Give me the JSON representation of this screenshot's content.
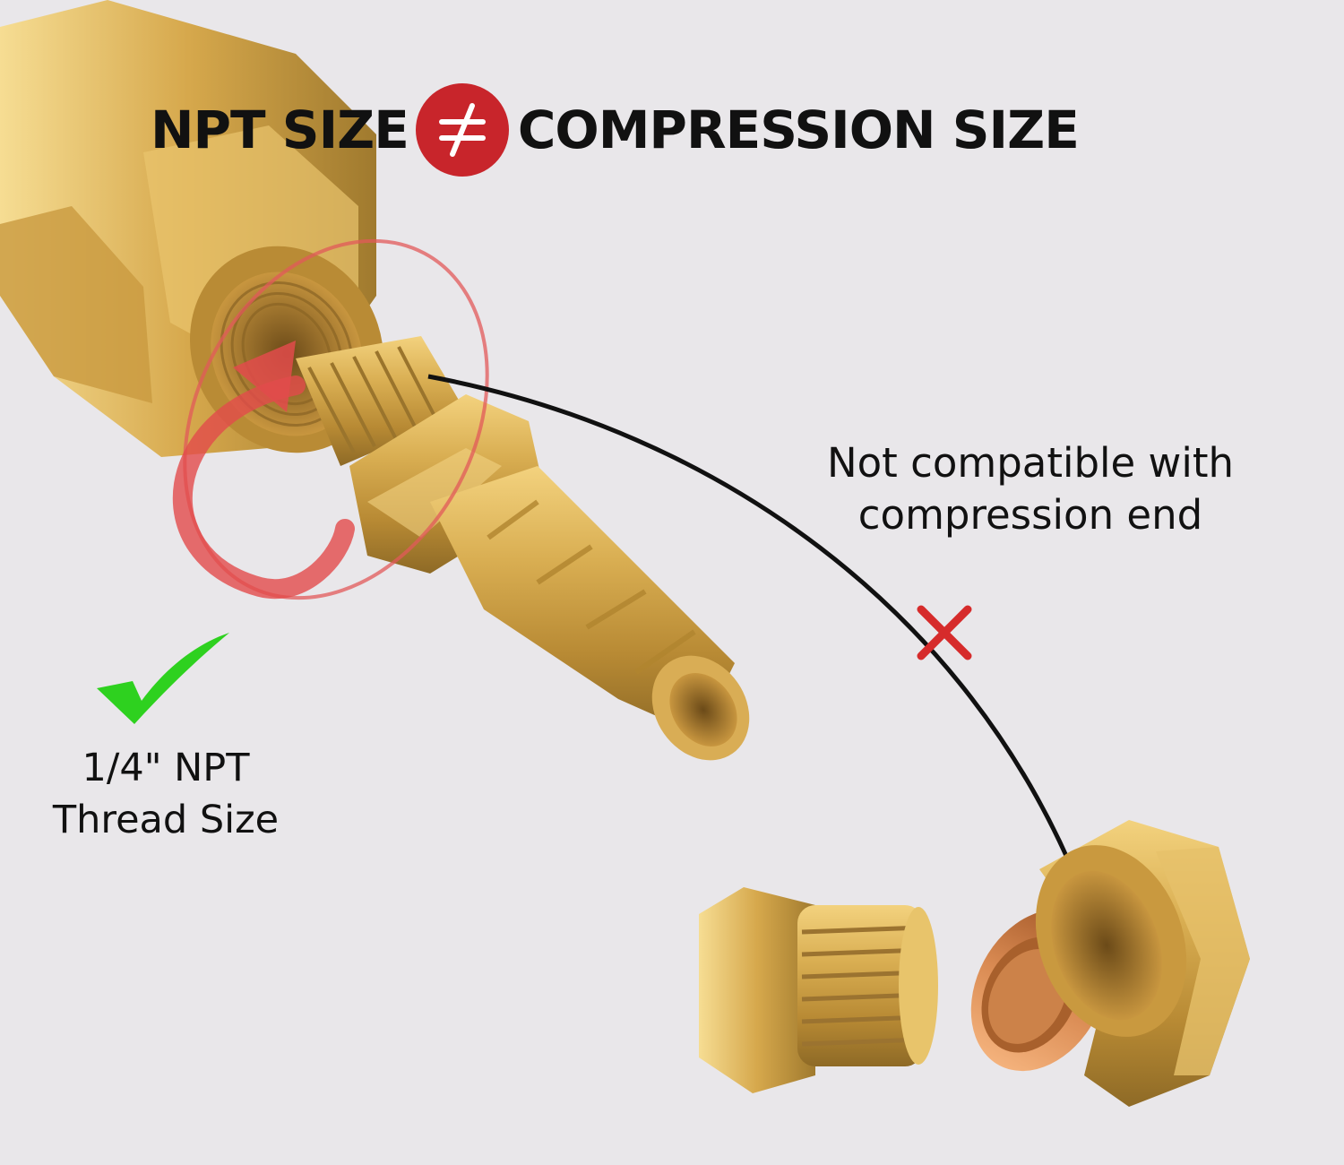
{
  "headline": {
    "left_text": "NPT SIZE",
    "right_text": "COMPRESSION SIZE",
    "separator_icon": "not-equal-icon"
  },
  "note": {
    "line1": "Not compatible with",
    "line2": "compression end"
  },
  "size_label": {
    "line1": "1/4\" NPT",
    "line2": "Thread Size"
  },
  "icons": {
    "check": "check-mark-icon",
    "cross": "cross-mark-icon",
    "rotate": "rotate-arrow-icon",
    "arrow": "curved-arrow-icon"
  },
  "colors": {
    "background": "#e9e7ea",
    "accent_red": "#c8252b",
    "check_green": "#2ed11f",
    "brass": "#d4a94a",
    "copper": "#d98a52",
    "text": "#111111"
  }
}
